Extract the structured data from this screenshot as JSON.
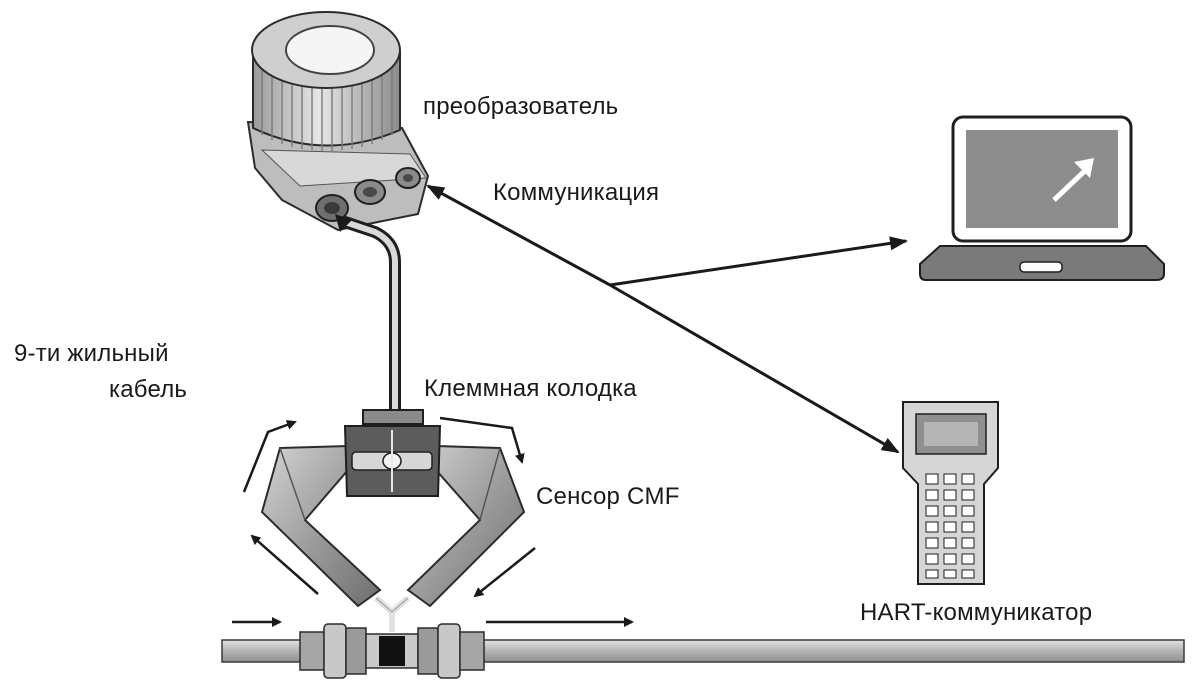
{
  "labels": {
    "converter": "преобразователь",
    "communication": "Коммуникация",
    "cable_line1": "9-ти жильный",
    "cable_line2": "кабель",
    "terminal_block": "Клеммная колодка",
    "sensor": "Сенсор CMF",
    "hart": "HART-коммуникатор"
  },
  "icons": [
    "transmitter-icon",
    "laptop-icon",
    "hart-communicator-icon",
    "cmf-sensor-icon",
    "pipeline-icon",
    "cable-icon"
  ],
  "colors": {
    "line": "#1a1a1a",
    "body_light": "#cfcfcf",
    "body_mid": "#a9a9a9",
    "body_dark": "#5a5a5a",
    "pipe": "#b9b9b9"
  }
}
